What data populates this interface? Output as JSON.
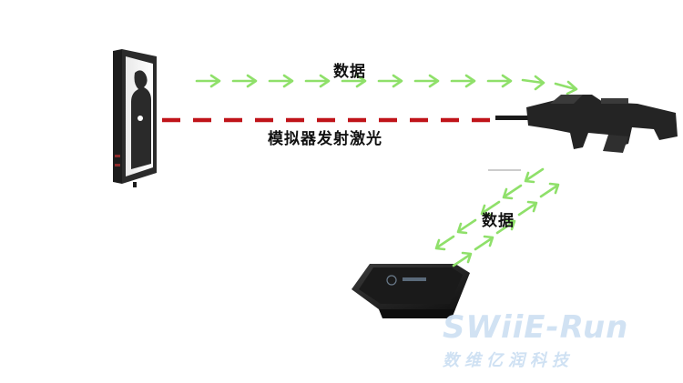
{
  "labels": {
    "data_top": "数据",
    "laser": "模拟器发射激光",
    "data_diagonal": "数据"
  },
  "watermark": {
    "logo": "SWiiE-Run",
    "subtitle": "数维亿润科技"
  },
  "colors": {
    "arrow_green": "#8fe06a",
    "laser_red": "#c0141a",
    "device_dark": "#2a2a2a",
    "watermark": "#cfe1f3"
  },
  "objects": {
    "target": "shooting-target",
    "rifle": "simulator-rifle",
    "tablet": "control-tablet"
  }
}
